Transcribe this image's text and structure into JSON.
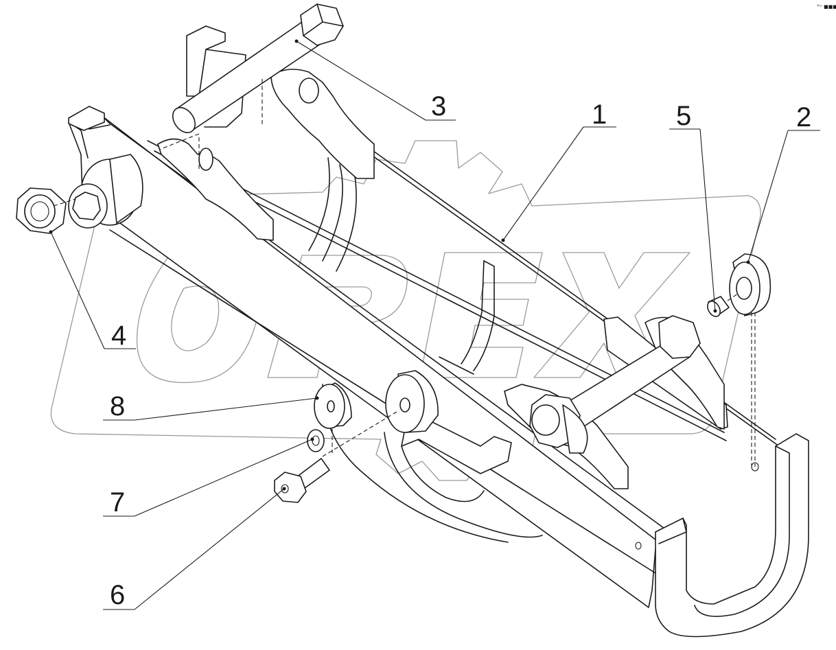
{
  "corner_mark": "°ᵐ ■■■",
  "watermark": {
    "text": "OPEX"
  },
  "callouts": [
    {
      "id": "1",
      "label": "1"
    },
    {
      "id": "2",
      "label": "2"
    },
    {
      "id": "3",
      "label": "3"
    },
    {
      "id": "4",
      "label": "4"
    },
    {
      "id": "5",
      "label": "5"
    },
    {
      "id": "6",
      "label": "6"
    },
    {
      "id": "7",
      "label": "7"
    },
    {
      "id": "8",
      "label": "8"
    }
  ],
  "colors": {
    "line": "#1a1a1a",
    "watermark": "#9a9a9a",
    "background": "#ffffff"
  }
}
